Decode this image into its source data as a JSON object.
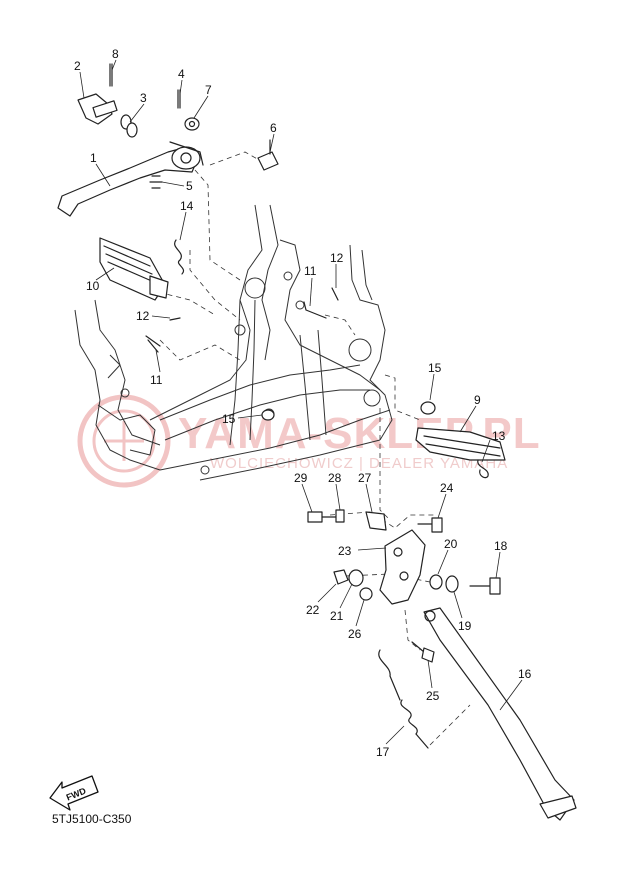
{
  "diagram": {
    "reference_code": "5TJ5100-C350",
    "fwd_label": "FWD",
    "watermark": {
      "main_text": "YAMA-SKLEP.PL",
      "sub_text": "WOLCIECHOWICZ | DEALER YAMAHA"
    },
    "callouts": [
      {
        "id": "c-2a",
        "text": "2"
      },
      {
        "id": "c-8",
        "text": "8"
      },
      {
        "id": "c-4",
        "text": "4"
      },
      {
        "id": "c-3",
        "text": "3"
      },
      {
        "id": "c-7",
        "text": "7"
      },
      {
        "id": "c-6",
        "text": "6"
      },
      {
        "id": "c-1",
        "text": "1"
      },
      {
        "id": "c-5",
        "text": "5"
      },
      {
        "id": "c-14",
        "text": "14"
      },
      {
        "id": "c-10",
        "text": "10"
      },
      {
        "id": "c-11a",
        "text": "11"
      },
      {
        "id": "c-12a",
        "text": "12"
      },
      {
        "id": "c-12b",
        "text": "12"
      },
      {
        "id": "c-11b",
        "text": "11"
      },
      {
        "id": "c-15a",
        "text": "15"
      },
      {
        "id": "c-15b",
        "text": "15"
      },
      {
        "id": "c-9",
        "text": "9"
      },
      {
        "id": "c-13",
        "text": "13"
      },
      {
        "id": "c-29",
        "text": "29"
      },
      {
        "id": "c-28",
        "text": "28"
      },
      {
        "id": "c-27",
        "text": "27"
      },
      {
        "id": "c-24",
        "text": "24"
      },
      {
        "id": "c-23",
        "text": "23"
      },
      {
        "id": "c-20",
        "text": "20"
      },
      {
        "id": "c-18",
        "text": "18"
      },
      {
        "id": "c-22",
        "text": "22"
      },
      {
        "id": "c-21",
        "text": "21"
      },
      {
        "id": "c-26",
        "text": "26"
      },
      {
        "id": "c-19",
        "text": "19"
      },
      {
        "id": "c-25",
        "text": "25"
      },
      {
        "id": "c-16",
        "text": "16"
      },
      {
        "id": "c-17",
        "text": "17"
      }
    ]
  }
}
